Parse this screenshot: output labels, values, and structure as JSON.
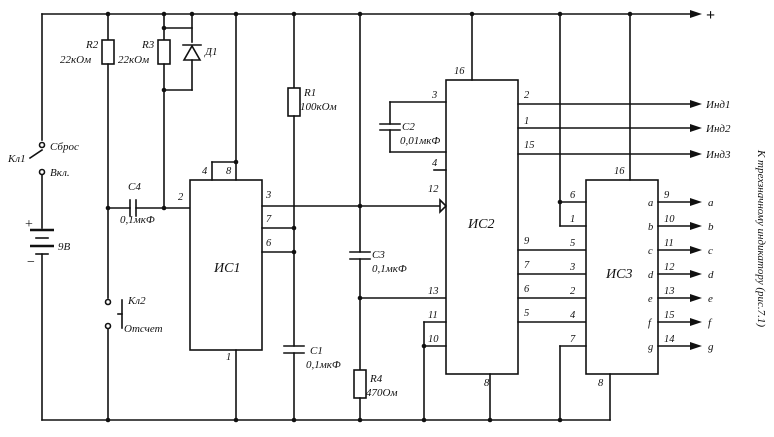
{
  "supply": {
    "plus": "+"
  },
  "components": {
    "sw1": {
      "name": "Кл1",
      "pos_reset": "Сброс",
      "pos_on": "Вкл."
    },
    "battery": {
      "value": "9В"
    },
    "r2": {
      "name": "R2",
      "value": "22кОм"
    },
    "r3": {
      "name": "R3",
      "value": "22кОм"
    },
    "d1": {
      "name": "Д1"
    },
    "c4": {
      "name": "C4",
      "value": "0,1мкФ"
    },
    "kn2": {
      "name": "Кл2",
      "function": "Отсчет"
    },
    "ic1": {
      "name": "ИС1",
      "pins": {
        "1": "1",
        "2": "2",
        "3": "3",
        "4": "4",
        "6": "6",
        "7": "7",
        "8": "8"
      }
    },
    "r1": {
      "name": "R1",
      "value": "100кОм"
    },
    "c1": {
      "name": "C1",
      "value": "0,1мкФ"
    },
    "c3": {
      "name": "C3",
      "value": "0,1мкФ"
    },
    "r4": {
      "name": "R4",
      "value": "470Ом"
    },
    "c2": {
      "name": "C2",
      "value": "0,01мкФ"
    },
    "ic2": {
      "name": "ИС2",
      "pins": {
        "1": "1",
        "2": "2",
        "3": "3",
        "4": "4",
        "5": "5",
        "6": "6",
        "7": "7",
        "8": "8",
        "9": "9",
        "10": "10",
        "11": "11",
        "12": "12",
        "13": "13",
        "15": "15",
        "16": "16"
      }
    },
    "ic3": {
      "name": "ИС3",
      "pins": {
        "1": "1",
        "2": "2",
        "3": "3",
        "4": "4",
        "5": "5",
        "6": "6",
        "7": "7",
        "8": "8",
        "16": "16"
      }
    }
  },
  "outputs": {
    "ind1": "Инд1",
    "ind2": "Инд2",
    "ind3": "Инд3"
  },
  "segments": [
    {
      "name": "a",
      "pin": "9"
    },
    {
      "name": "b",
      "pin": "10"
    },
    {
      "name": "c",
      "pin": "11"
    },
    {
      "name": "d",
      "pin": "12"
    },
    {
      "name": "e",
      "pin": "13"
    },
    {
      "name": "f",
      "pin": "15"
    },
    {
      "name": "g",
      "pin": "14"
    }
  ],
  "note": "К трехзначному индикатору (рис.7.1)"
}
